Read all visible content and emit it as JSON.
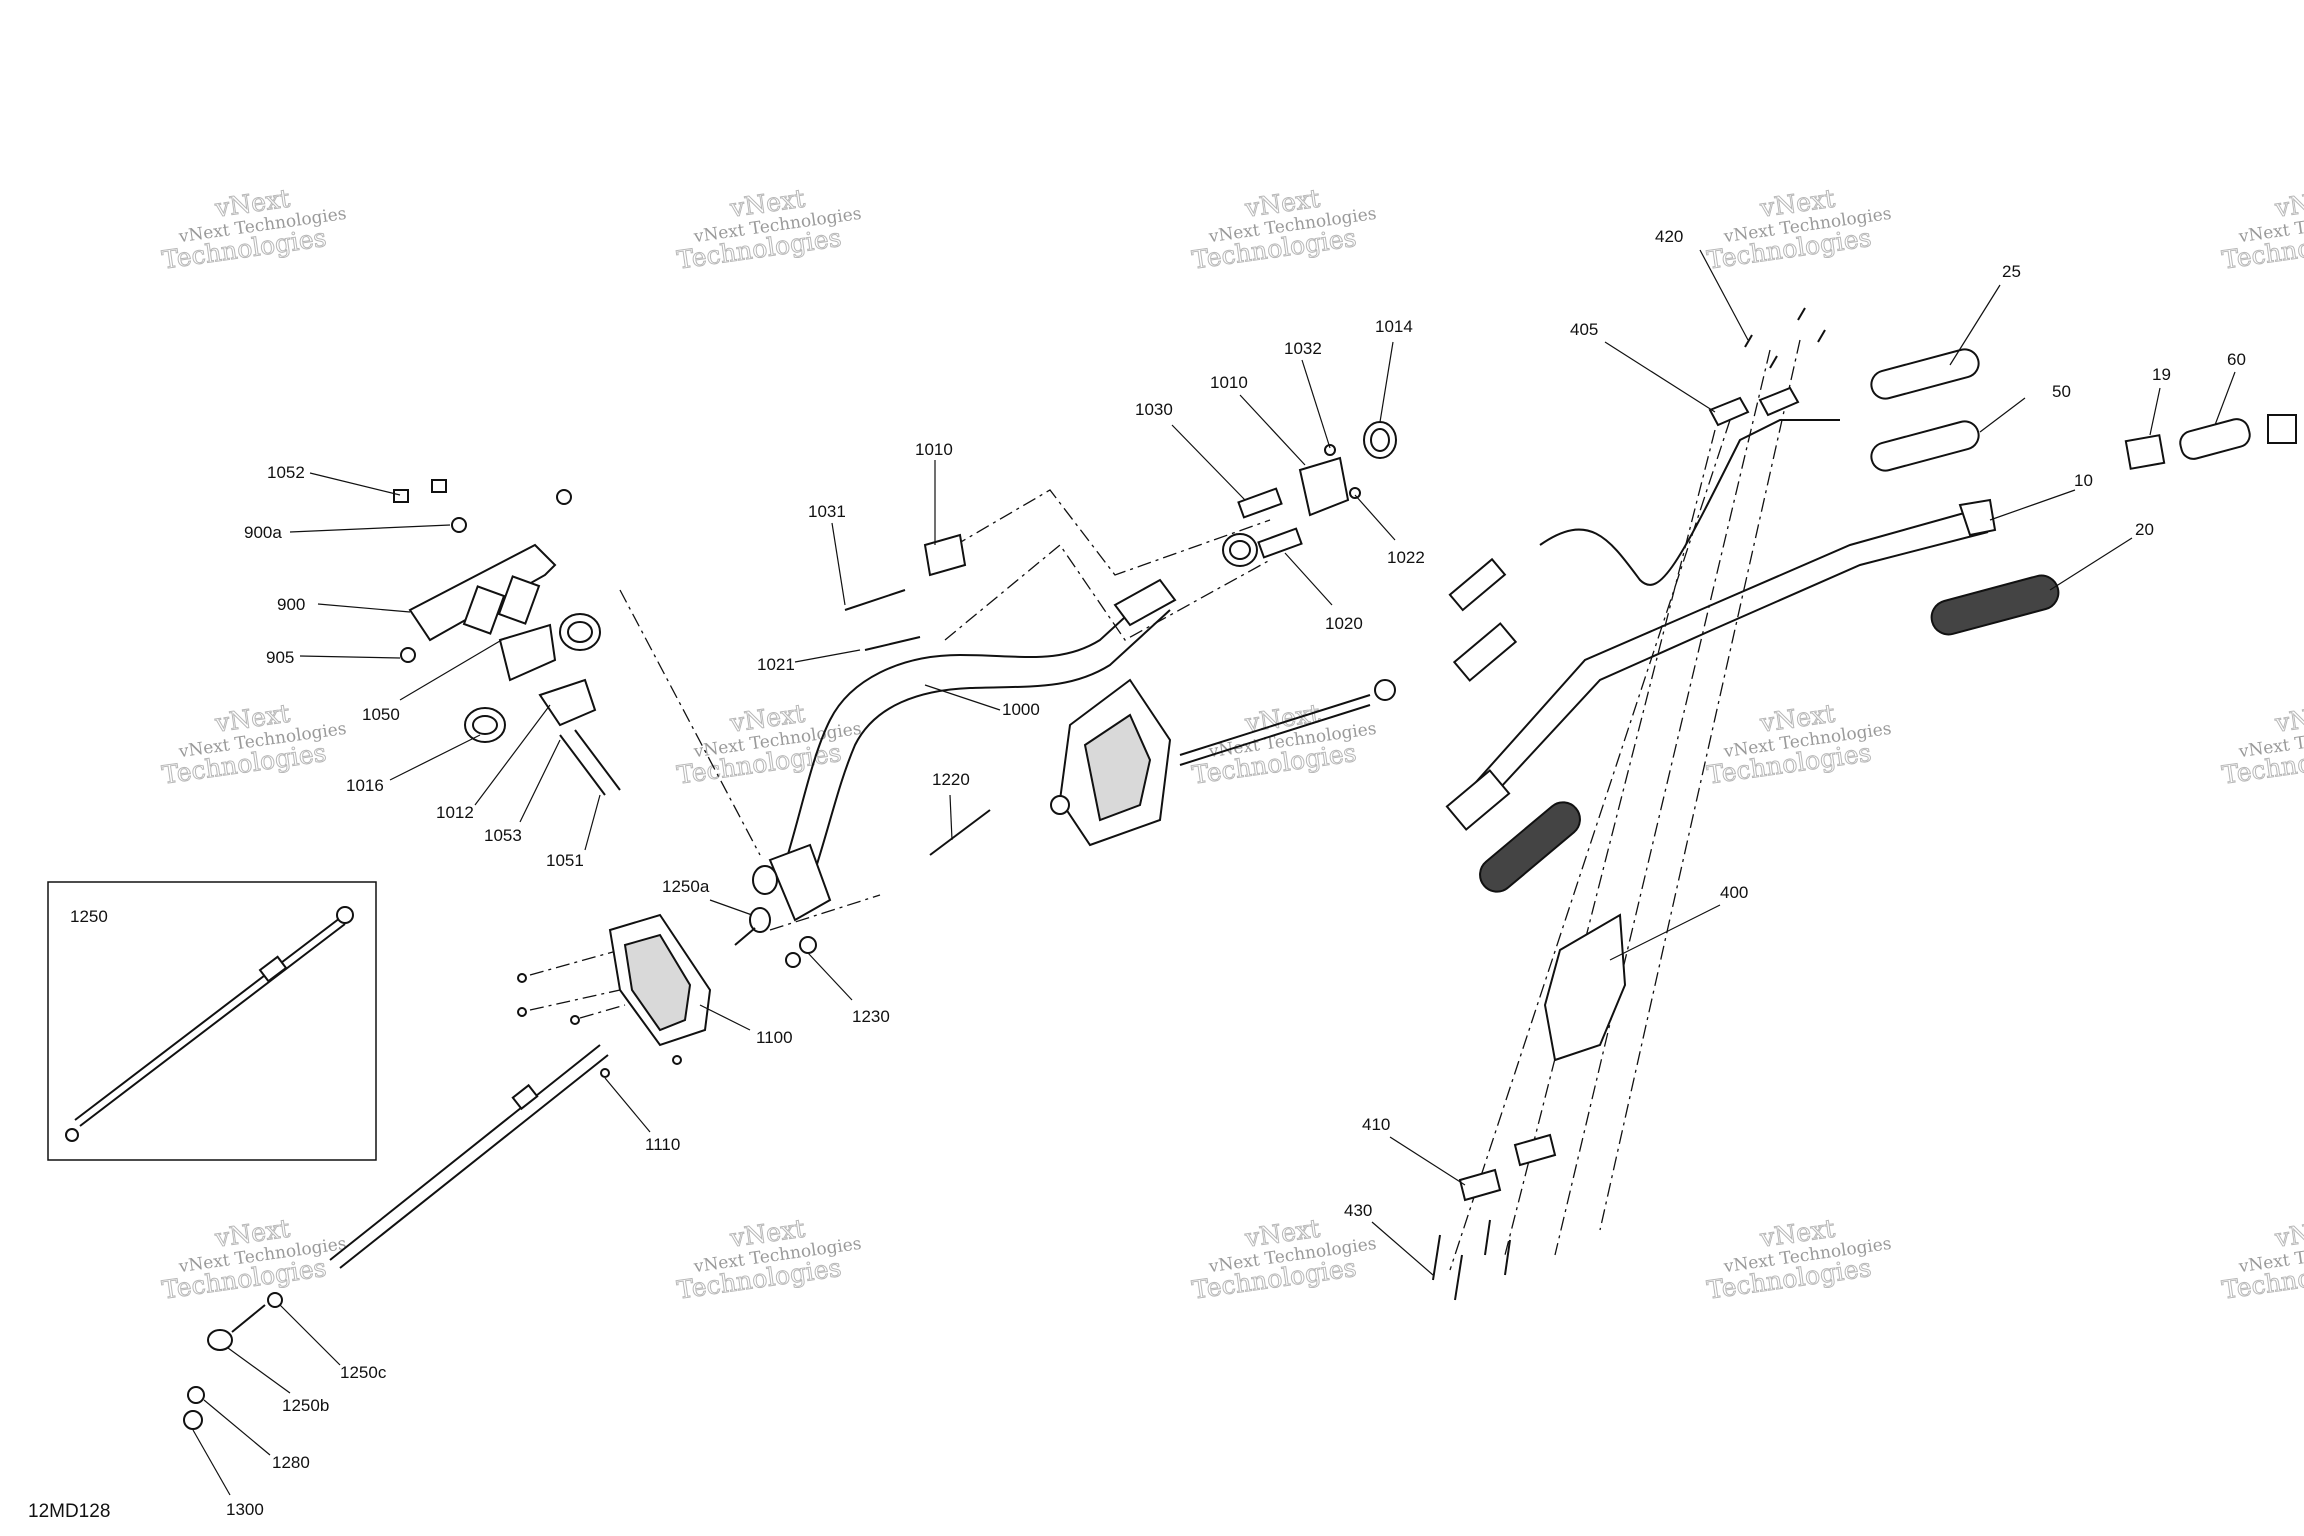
{
  "diagram_code": "12MD128",
  "inset_label": "1250",
  "watermark": {
    "line1": "vNext Technologies",
    "line2": "vNext",
    "line3": "Technologies"
  },
  "callouts": [
    {
      "id": "c1052",
      "text": "1052"
    },
    {
      "id": "c900a",
      "text": "900a"
    },
    {
      "id": "c900",
      "text": "900"
    },
    {
      "id": "c905",
      "text": "905"
    },
    {
      "id": "c1050",
      "text": "1050"
    },
    {
      "id": "c1016",
      "text": "1016"
    },
    {
      "id": "c1012",
      "text": "1012"
    },
    {
      "id": "c1053",
      "text": "1053"
    },
    {
      "id": "c1051",
      "text": "1051"
    },
    {
      "id": "c1031",
      "text": "1031"
    },
    {
      "id": "c1010a",
      "text": "1010"
    },
    {
      "id": "c1021",
      "text": "1021"
    },
    {
      "id": "c1000",
      "text": "1000"
    },
    {
      "id": "c1030",
      "text": "1030"
    },
    {
      "id": "c1010b",
      "text": "1010"
    },
    {
      "id": "c1032",
      "text": "1032"
    },
    {
      "id": "c1014",
      "text": "1014"
    },
    {
      "id": "c1022",
      "text": "1022"
    },
    {
      "id": "c1020",
      "text": "1020"
    },
    {
      "id": "c1220",
      "text": "1220"
    },
    {
      "id": "c1250a",
      "text": "1250a"
    },
    {
      "id": "c1230",
      "text": "1230"
    },
    {
      "id": "c1100",
      "text": "1100"
    },
    {
      "id": "c1110",
      "text": "1110"
    },
    {
      "id": "c1250c",
      "text": "1250c"
    },
    {
      "id": "c1250b",
      "text": "1250b"
    },
    {
      "id": "c1280",
      "text": "1280"
    },
    {
      "id": "c1300",
      "text": "1300"
    },
    {
      "id": "c420",
      "text": "420"
    },
    {
      "id": "c405",
      "text": "405"
    },
    {
      "id": "c25",
      "text": "25"
    },
    {
      "id": "c50",
      "text": "50"
    },
    {
      "id": "c10",
      "text": "10"
    },
    {
      "id": "c20",
      "text": "20"
    },
    {
      "id": "c19",
      "text": "19"
    },
    {
      "id": "c60",
      "text": "60"
    },
    {
      "id": "c400",
      "text": "400"
    },
    {
      "id": "c410",
      "text": "410"
    },
    {
      "id": "c430",
      "text": "430"
    }
  ]
}
